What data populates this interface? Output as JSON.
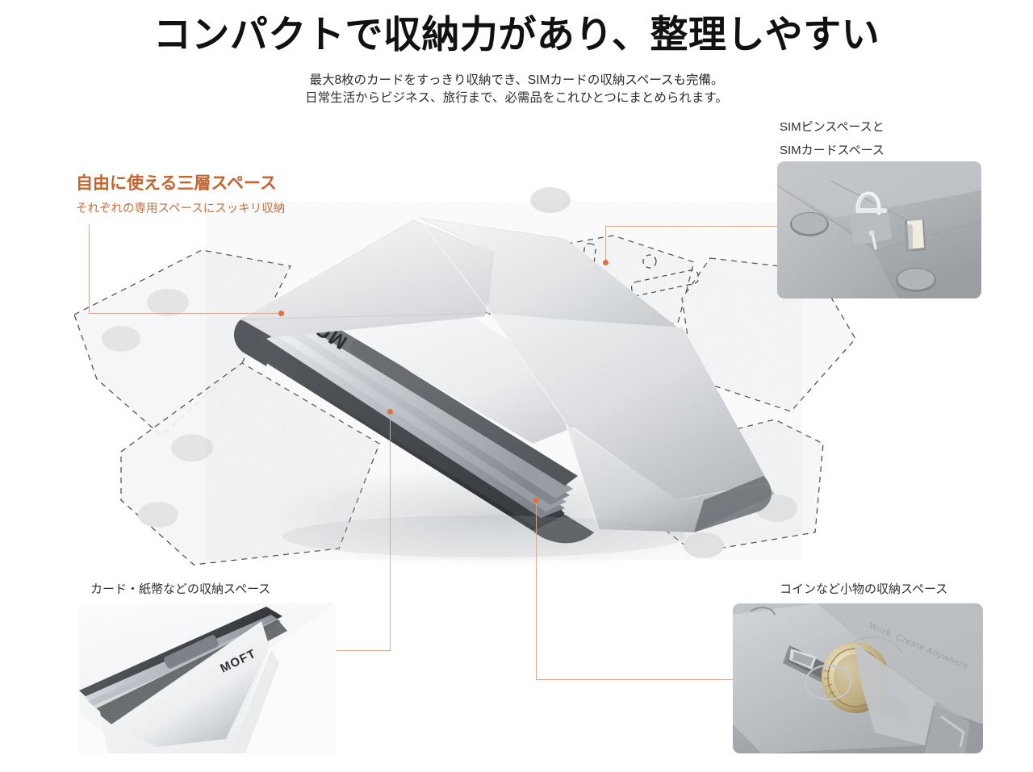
{
  "header": {
    "headline": "コンパクトで収納力があり、整理しやすい",
    "subtitle_line1": "最大8枚のカードをすっきり収納でき、SIMカードの収納スペースも完備。",
    "subtitle_line2": "日常生活からビジネス、旅行まで、必需品をこれひとつにまとめられます。"
  },
  "callouts": {
    "left_top": {
      "title": "自由に使える三層スペース",
      "subtitle": "それぞれの専用スペースにスッキリ収納"
    },
    "right_top": {
      "line1": "SIMピンスペースと",
      "line2": "SIMカードスペース"
    },
    "left_bottom": {
      "label": "カード・紙幣などの収納スペース"
    },
    "right_bottom": {
      "label": "コインなど小物の収納スペース"
    }
  },
  "product": {
    "brand_mark": "MOFT",
    "embossed_tagline": "Work, Create Anywhere"
  },
  "colors": {
    "accent": "#c1642f",
    "accent_light": "#c5703d",
    "leader_line": "#d9a894",
    "leader_dot": "#e2703a",
    "text_dark": "#2f2f2f",
    "headline": "#111111",
    "background": "#ffffff",
    "dashed_outline": "#3a3a3a",
    "panel_fill": "#f4f5f6",
    "magnet_dot": "#e3e4e6"
  }
}
